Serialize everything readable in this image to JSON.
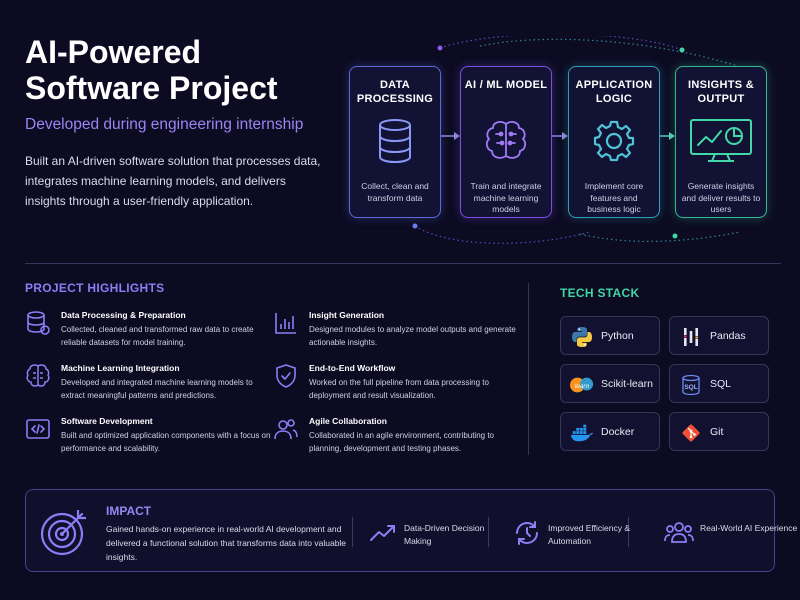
{
  "header": {
    "title": "AI-Powered Software Project",
    "subtitle": "Developed during engineering internship",
    "intro": "Built an AI-driven software solution that processes data, integrates machine learning models, and delivers insights through a user-friendly application."
  },
  "flow": [
    {
      "title": "DATA PROCESSING",
      "desc": "Collect, clean and transform data",
      "icon": "database-icon",
      "color": "#6c7df2"
    },
    {
      "title": "AI / ML MODEL",
      "desc": "Train and integrate machine learning models",
      "icon": "brain-icon",
      "color": "#8a5cf0"
    },
    {
      "title": "APPLICATION LOGIC",
      "desc": "Implement core features and business logic",
      "icon": "gear-icon",
      "color": "#3cb9c9"
    },
    {
      "title": "INSIGHTS & OUTPUT",
      "desc": "Generate insights and deliver results to users",
      "icon": "dashboard-icon",
      "color": "#3fd6a5"
    }
  ],
  "highlights": {
    "heading": "PROJECT HIGHLIGHTS",
    "items": [
      {
        "title": "Data Processing & Preparation",
        "desc": "Collected, cleaned and transformed raw data to create reliable datasets for model training.",
        "icon": "database-icon"
      },
      {
        "title": "Insight Generation",
        "desc": "Designed modules to analyze model outputs and generate actionable insights.",
        "icon": "bar-chart-icon"
      },
      {
        "title": "Machine Learning Integration",
        "desc": "Developed and integrated machine learning models to extract meaningful patterns and predictions.",
        "icon": "brain-icon"
      },
      {
        "title": "End-to-End Workflow",
        "desc": "Worked on the full pipeline from data processing to deployment and result visualization.",
        "icon": "shield-check-icon"
      },
      {
        "title": "Software Development",
        "desc": "Built and optimized application components with a focus on performance and scalability.",
        "icon": "code-icon"
      },
      {
        "title": "Agile Collaboration",
        "desc": "Collaborated in an agile environment, contributing to planning, development and testing phases.",
        "icon": "team-icon"
      }
    ]
  },
  "tech_stack": {
    "heading": "TECH STACK",
    "items": [
      {
        "name": "Python",
        "icon": "python-icon"
      },
      {
        "name": "Pandas",
        "icon": "pandas-icon"
      },
      {
        "name": "Scikit-learn",
        "icon": "scikit-learn-icon"
      },
      {
        "name": "SQL",
        "icon": "sql-icon",
        "icon_text": "SQL"
      },
      {
        "name": "Docker",
        "icon": "docker-icon"
      },
      {
        "name": "Git",
        "icon": "git-icon"
      }
    ]
  },
  "impact": {
    "title": "IMPACT",
    "desc": "Gained hands-on experience in real-world AI development and delivered a functional solution that transforms data into valuable insights.",
    "icon": "target-icon",
    "items": [
      {
        "label": "Data-Driven Decision Making",
        "icon": "trend-up-icon"
      },
      {
        "label": "Improved Efficiency & Automation",
        "icon": "cycle-clock-icon"
      },
      {
        "label": "Real-World AI Experience",
        "icon": "people-icon"
      }
    ]
  },
  "colors": {
    "background": "#0c0b22",
    "accent_purple": "#8f7cf6",
    "accent_green": "#3fd6a5",
    "accent_blue": "#6c7df2",
    "accent_teal": "#3cb9c9"
  }
}
